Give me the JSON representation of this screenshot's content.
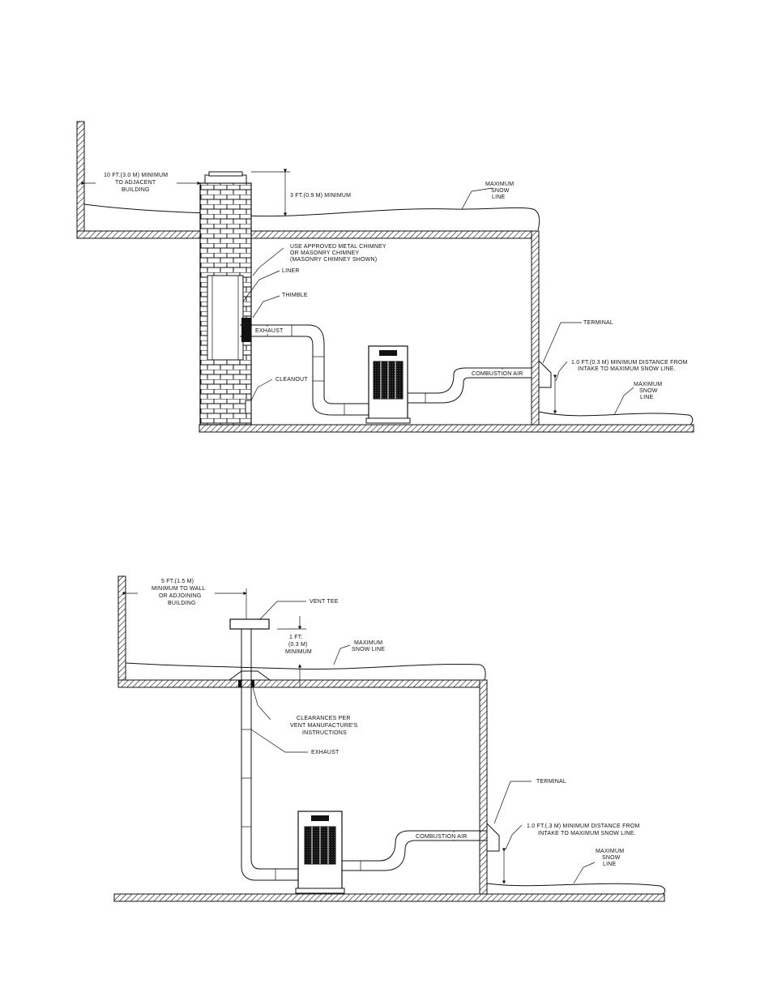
{
  "diagram_top": {
    "labels": {
      "adjacent_building_1": "10 FT.(3.0 M) MINIMUM",
      "adjacent_building_2": "TO ADJACENT",
      "adjacent_building_3": "BUILDING",
      "chimney_height": "3 FT.(0.9 M) MINIMUM",
      "snow_roof_1": "MAXIMUM",
      "snow_roof_2": "SNOW",
      "snow_roof_3": "LINE",
      "metal_chimney_1": "USE APPROVED METAL CHIMNEY",
      "metal_chimney_2": "OR MASONRY CHIMNEY",
      "metal_chimney_3": "(MASONRY CHIMNEY SHOWN)",
      "liner": "LINER",
      "thimble": "THIMBLE",
      "exhaust": "EXHAUST",
      "cleanout": "CLEANOUT",
      "combustion_air": "COMBUSTION AIR",
      "terminal": "TERMINAL",
      "intake_1": "1.0 FT.(0.3 M) MINIMUM DISTANCE FROM",
      "intake_2": "INTAKE TO MAXIMUM SNOW LINE.",
      "snow_ground_1": "MAXIMUM",
      "snow_ground_2": "SNOW",
      "snow_ground_3": "LINE"
    }
  },
  "diagram_bottom": {
    "labels": {
      "wall_1": "5 FT.(1.5 M)",
      "wall_2": "MINIMUM TO WALL",
      "wall_3": "OR ADJOINING",
      "wall_4": "BUILDING",
      "vent_tee": "VENT TEE",
      "height_1": "1 FT.",
      "height_2": "(0.3 M)",
      "height_3": "MINIMUM",
      "snow_roof_1": "MAXIMUM",
      "snow_roof_2": "SNOW LINE",
      "clearances_1": "CLEARANCES PER",
      "clearances_2": "VENT MANUFACTURE'S",
      "clearances_3": "INSTRUCTIONS",
      "exhaust": "EXHAUST",
      "terminal": "TERMINAL",
      "intake_1": "1.0 FT.(.3 M) MINIMUM DISTANCE FROM",
      "intake_2": "INTAKE TO MAXIMUM SNOW LINE.",
      "combustion_air": "COMBUSTION AIR",
      "snow_ground_1": "MAXIMUM",
      "snow_ground_2": "SNOW",
      "snow_ground_3": "LINE"
    }
  }
}
